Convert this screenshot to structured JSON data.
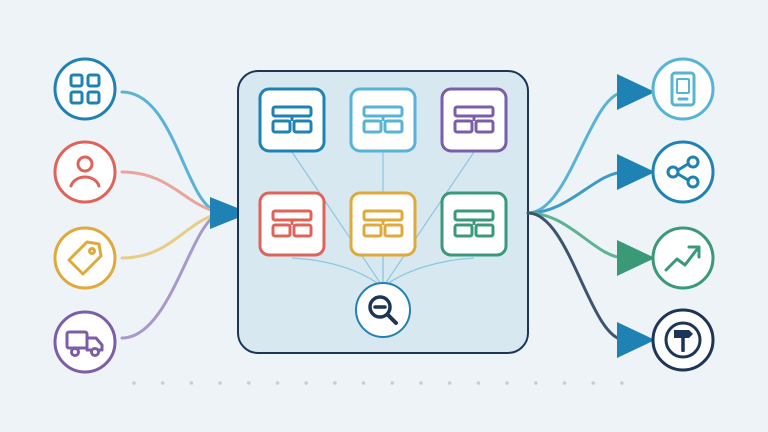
{
  "colors": {
    "background": "#eef3f8",
    "hub_fill": "#d8e8f1",
    "hub_stroke": "#1d3557",
    "navy": "#1d3557",
    "blue": "#1f82b4",
    "light_blue": "#56b4d6",
    "purple": "#7b5ea7",
    "red": "#e0635a",
    "gold": "#e0a93b",
    "green": "#3a9a77",
    "dot": "#b8d3df"
  },
  "inputs": [
    {
      "name": "grid-apps-icon",
      "color": "#1f82b4",
      "line": "#5ab3d4"
    },
    {
      "name": "user-icon",
      "color": "#e0635a",
      "line": "#e8a69b"
    },
    {
      "name": "price-tag-icon",
      "color": "#e0a93b",
      "line": "#e8cc88"
    },
    {
      "name": "delivery-truck-icon",
      "color": "#7b5ea7",
      "line": "#a898cc"
    }
  ],
  "modules": [
    {
      "name": "module-block-blue",
      "color": "#1f82b4"
    },
    {
      "name": "module-block-light-blue",
      "color": "#56b4d6"
    },
    {
      "name": "module-block-purple",
      "color": "#7b5ea7"
    },
    {
      "name": "module-block-red",
      "color": "#e0635a"
    },
    {
      "name": "module-block-gold",
      "color": "#e0a93b"
    },
    {
      "name": "module-block-green",
      "color": "#3a9a77"
    }
  ],
  "outputs": [
    {
      "name": "tablet-device-icon",
      "color": "#56b4d6",
      "arrow": "#1f82b4",
      "line": "#5ab3d4"
    },
    {
      "name": "share-network-icon",
      "color": "#1f82b4",
      "arrow": "#1f82b4",
      "line": "#3d9bc6"
    },
    {
      "name": "trending-up-icon",
      "color": "#3a9a77",
      "arrow": "#3a9a77",
      "line": "#5fb393"
    },
    {
      "name": "signpost-icon",
      "color": "#1d3557",
      "arrow": "#1f82b4",
      "line": "#3b5570"
    }
  ],
  "search": {
    "name": "search-zoom-icon",
    "color": "#1d3557"
  }
}
